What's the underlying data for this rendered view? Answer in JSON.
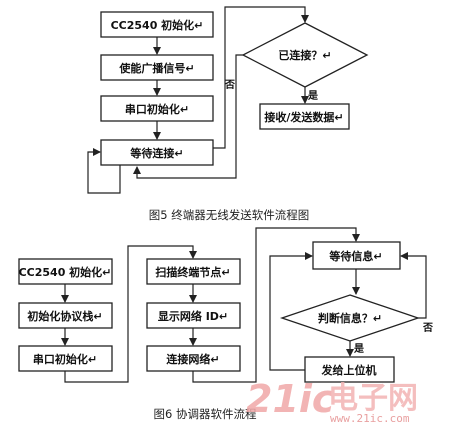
{
  "figure5": {
    "caption": "图5  终端器无线发送软件流程图",
    "steps": {
      "init": "CC2540 初始化↵",
      "broadcast": "使能广播信号↵",
      "serial": "串口初始化↵",
      "wait": "等待连接↵",
      "decision": "已连接？↵",
      "send": "接收/发送数据↵"
    },
    "yes_label": "是",
    "no_label": "否"
  },
  "figure6": {
    "caption": "图6  协调器软件流程",
    "steps": {
      "init": "CC2540 初始化↵",
      "protocol": "初始化协议栈↵",
      "serial": "串口初始化↵",
      "scan": "扫描终端节点↵",
      "show_id": "显示网络 ID↵",
      "connect": "连接网络↵",
      "wait_info": "等待信息↵",
      "decision": "判断信息？↵",
      "send_pc": "发给上位机"
    },
    "yes_label": "是",
    "no_label": "否"
  },
  "watermark": {
    "logo_number": "21ic",
    "logo_cn": "电子网",
    "url": "www.21ic.com"
  }
}
